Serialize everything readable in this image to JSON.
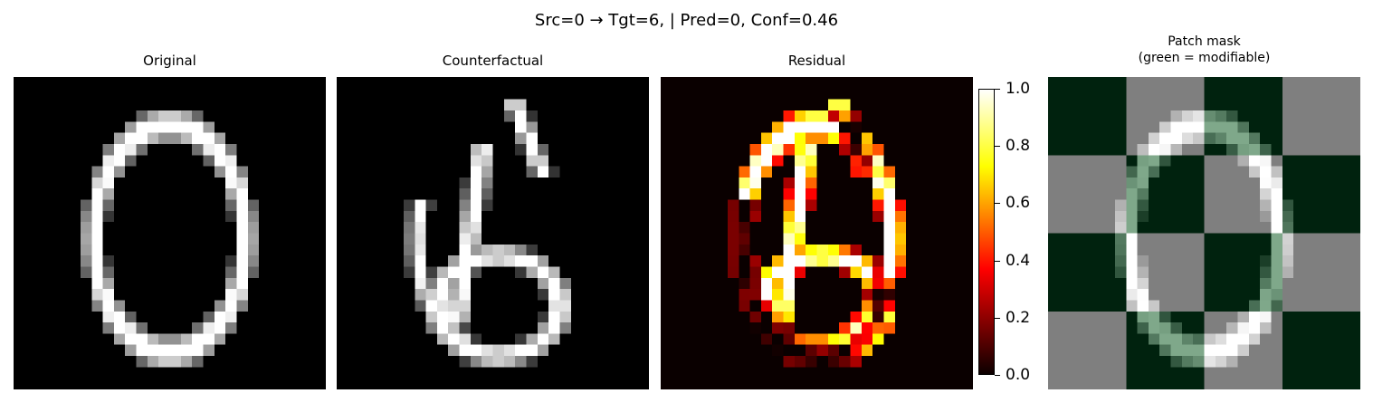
{
  "figure": {
    "title": "Src=0 → Tgt=6, | Pred=0, Conf=0.46"
  },
  "panels": [
    {
      "title": "Original"
    },
    {
      "title": "Counterfactual"
    },
    {
      "title": "Residual"
    },
    {
      "title": "Patch mask\n(green = modifiable)"
    }
  ],
  "colorbar": {
    "ticks": [
      "1.0",
      "0.8",
      "0.6",
      "0.4",
      "0.2",
      "0.0"
    ],
    "range": [
      0.0,
      1.0
    ],
    "colormap": "hot"
  },
  "chart_data": [
    {
      "type": "heatmap",
      "title": "Original",
      "colormap": "gray",
      "grid": [
        28,
        28
      ],
      "description_values": "MNIST digit 0 intensities (0-1)"
    },
    {
      "type": "heatmap",
      "title": "Counterfactual",
      "colormap": "gray",
      "grid": [
        28,
        28
      ]
    },
    {
      "type": "heatmap",
      "title": "Residual",
      "colormap": "hot",
      "grid": [
        28,
        28
      ],
      "value_range": [
        0.0,
        1.0
      ]
    },
    {
      "type": "heatmap",
      "title": "Patch mask\n(green = modifiable)",
      "grid": [
        4,
        4
      ],
      "modifiable_patches": [
        [
          0,
          0
        ],
        [
          0,
          2
        ],
        [
          1,
          1
        ],
        [
          1,
          3
        ],
        [
          2,
          0
        ],
        [
          2,
          2
        ],
        [
          3,
          1
        ],
        [
          3,
          3
        ]
      ],
      "mask_colors": {
        "modifiable": "#00220e",
        "fixed": "#7f7f7f",
        "overlay_digit": "#7fa88a"
      }
    }
  ]
}
